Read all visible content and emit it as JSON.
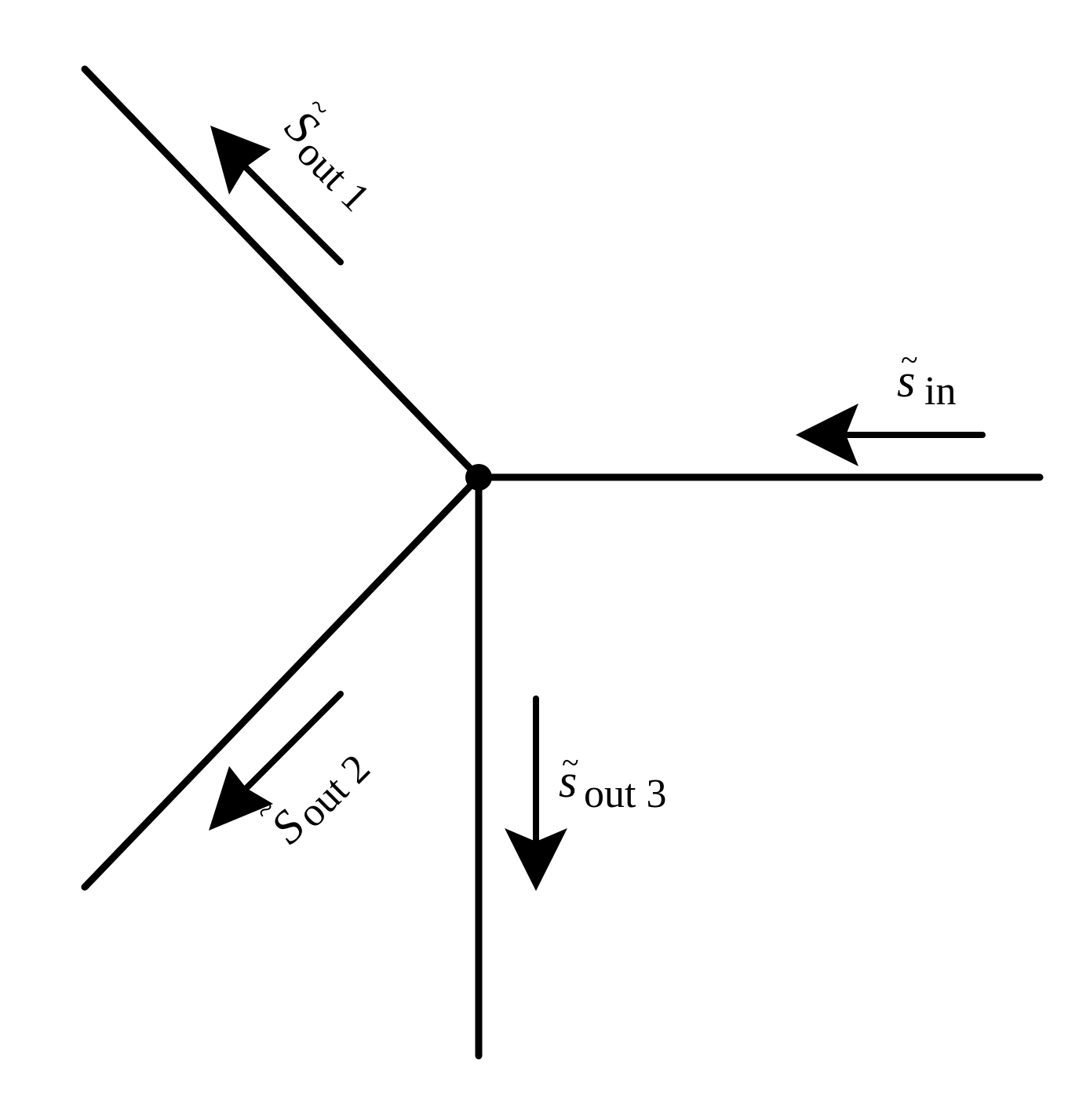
{
  "diagram": {
    "type": "three-way junction",
    "signals": {
      "in": {
        "symbol": "s",
        "accent": "~",
        "subscript": "in"
      },
      "out1": {
        "symbol": "S",
        "accent": "~",
        "subscript": "out 1"
      },
      "out2": {
        "symbol": "S",
        "accent": "~",
        "subscript": "out 2"
      },
      "out3": {
        "symbol": "s",
        "accent": "~",
        "subscript": "out 3"
      }
    }
  }
}
